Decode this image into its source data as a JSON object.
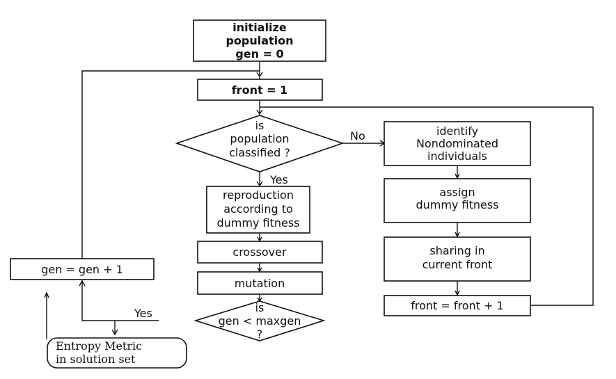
{
  "nodes": {
    "init": [
      "initialize",
      "population",
      "gen = 0"
    ],
    "front_init": [
      "front = 1"
    ],
    "classified": [
      "is",
      "population",
      "classified ?"
    ],
    "identify": [
      "identify",
      "Nondominated",
      "individuals"
    ],
    "assign": [
      "assign",
      "dummy fitness"
    ],
    "sharing": [
      "sharing in",
      "current front"
    ],
    "front_inc": [
      "front = front + 1"
    ],
    "reproduction": [
      "reproduction",
      "according to",
      "dummy fitness"
    ],
    "crossover": [
      "crossover"
    ],
    "mutation": [
      "mutation"
    ],
    "maxgen": [
      "is",
      "gen < maxgen",
      "?"
    ],
    "gen_inc": [
      "gen = gen + 1"
    ],
    "entropy": [
      "Entropy Metric",
      "in solution set"
    ]
  },
  "edge_labels": {
    "no": "No",
    "yes_classified": "Yes",
    "yes_maxgen": "Yes"
  }
}
